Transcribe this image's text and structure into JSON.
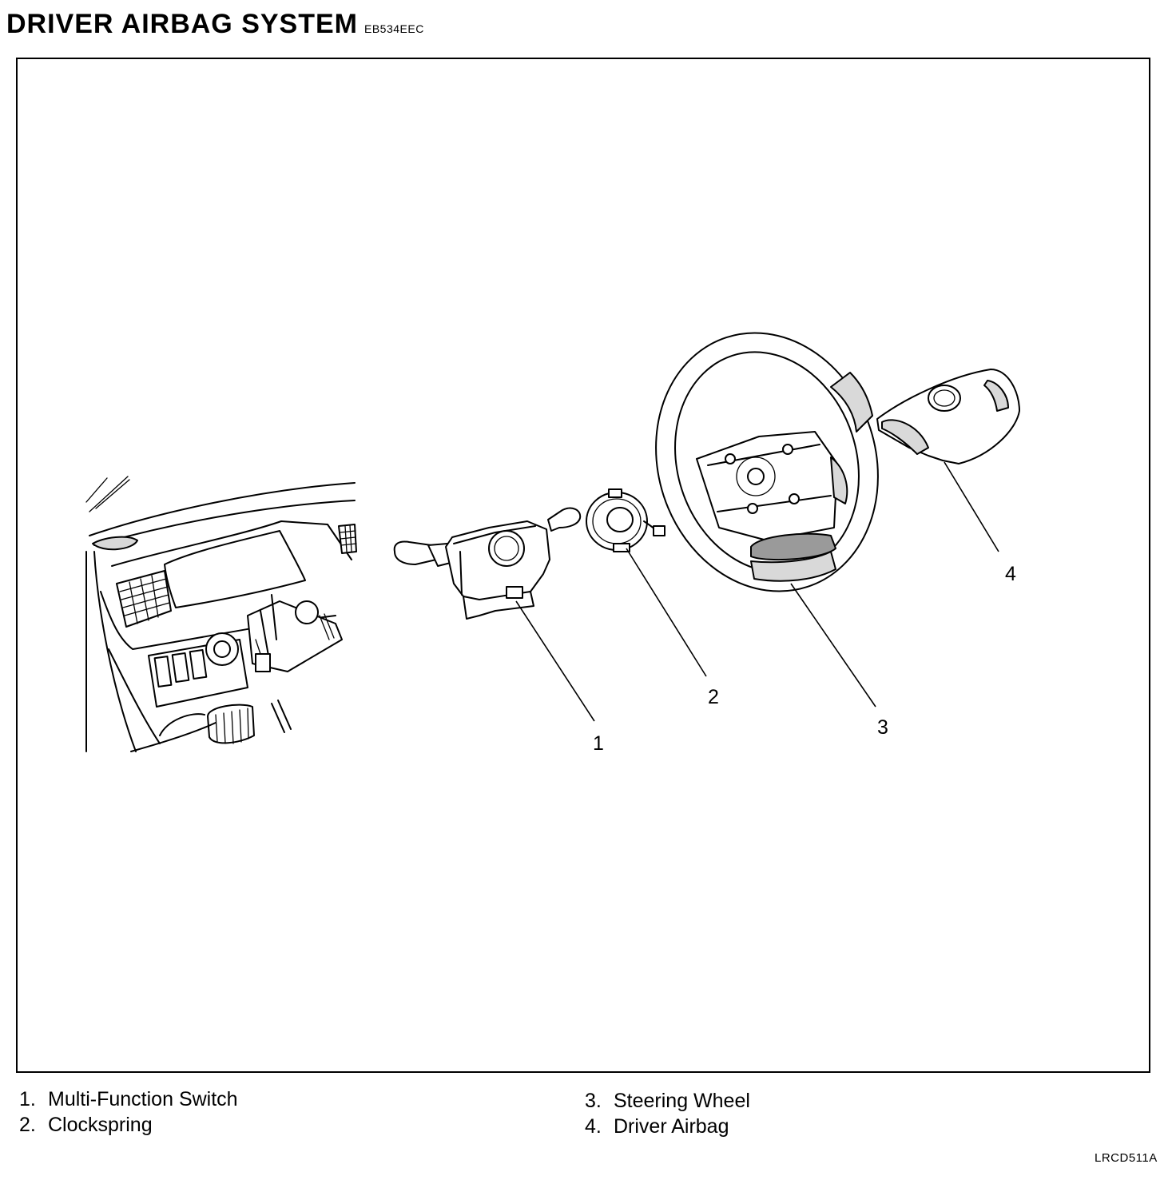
{
  "header": {
    "title": "DRIVER AIRBAG SYSTEM",
    "code": "EB534EEC"
  },
  "callouts": [
    "1",
    "2",
    "3",
    "4"
  ],
  "legend": [
    {
      "number": "1.",
      "label": "Multi-Function Switch"
    },
    {
      "number": "2.",
      "label": "Clockspring"
    },
    {
      "number": "3.",
      "label": "Steering Wheel"
    },
    {
      "number": "4.",
      "label": "Driver Airbag"
    }
  ],
  "figure_ref": "LRCD511A"
}
